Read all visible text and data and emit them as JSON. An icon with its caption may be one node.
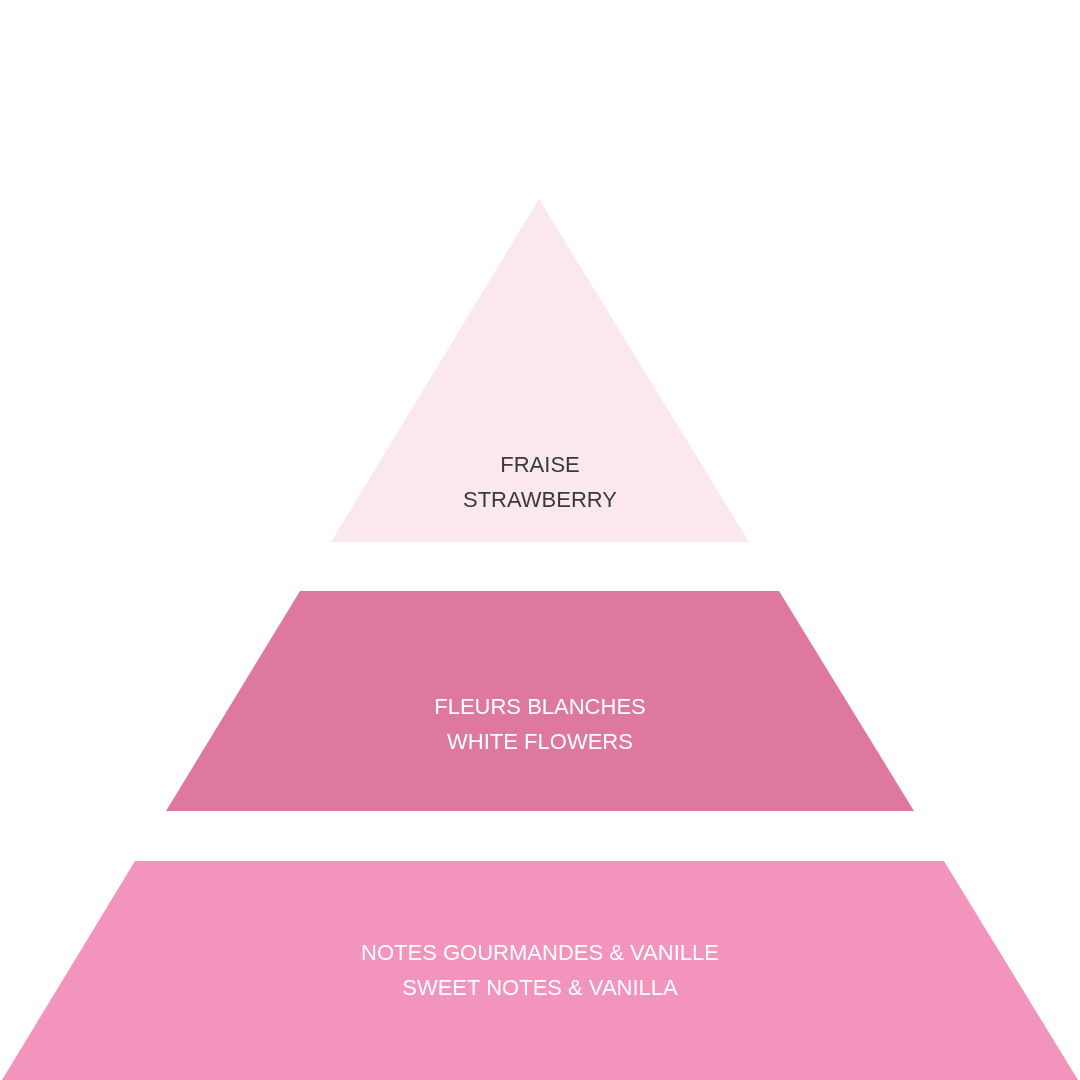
{
  "diagram": {
    "nodes": [
      {
        "text": [
          "FRAISE",
          "STRAWBERRY"
        ]
      },
      {
        "text": [
          "FLEURS BLANCHES",
          "WHITE FLOWERS"
        ]
      },
      {
        "text": [
          "NOTES GOURMANDES & VANILLE",
          "SWEET NOTES & VANILLA"
        ]
      }
    ]
  }
}
